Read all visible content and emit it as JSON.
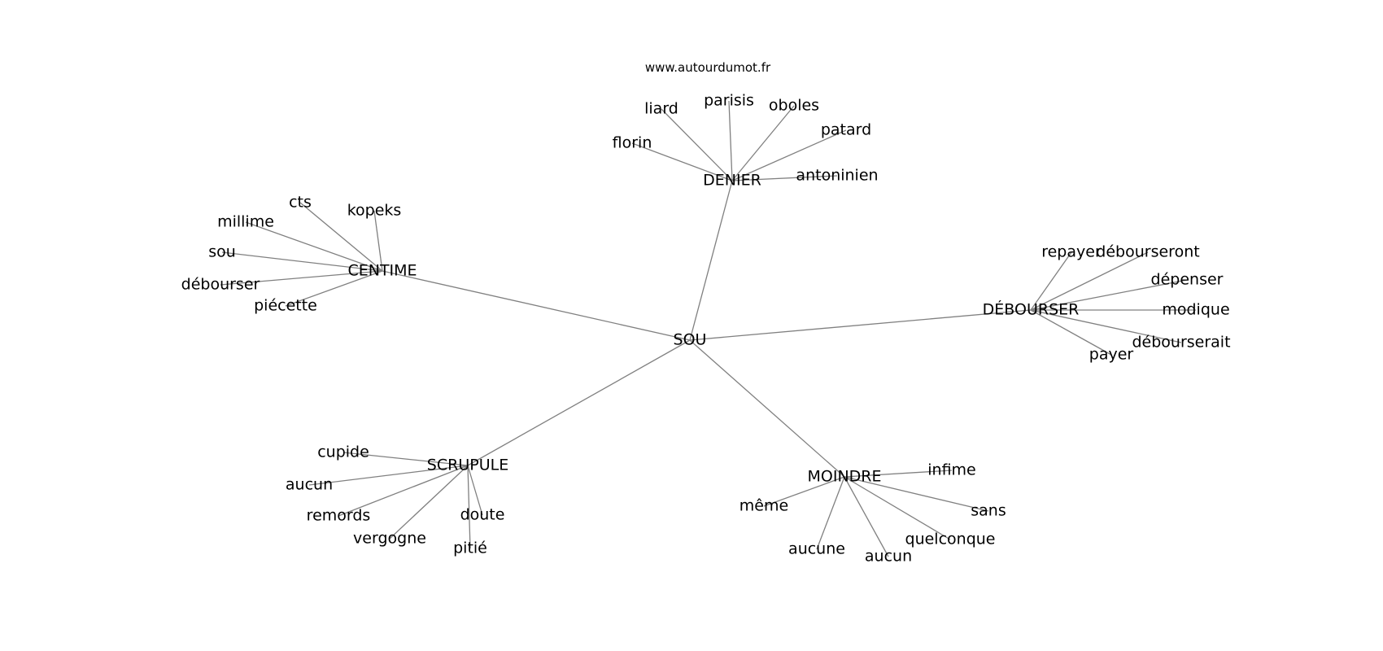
{
  "watermark": "www.autourdumot.fr",
  "center": "SOU",
  "colors": {
    "edge": "#808080",
    "text": "#000000",
    "background": "#ffffff"
  },
  "clusters": [
    {
      "hub": "DENIER",
      "leaves": [
        "florin",
        "liard",
        "parisis",
        "oboles",
        "patard",
        "antoninien"
      ]
    },
    {
      "hub": "CENTIME",
      "leaves": [
        "cts",
        "kopeks",
        "millime",
        "sou",
        "débourser",
        "piécette"
      ]
    },
    {
      "hub": "DÉBOURSER",
      "leaves": [
        "repayer",
        "débourseront",
        "dépenser",
        "modique",
        "débourserait",
        "payer"
      ]
    },
    {
      "hub": "SCRUPULE",
      "leaves": [
        "cupide",
        "aucun",
        "remords",
        "vergogne",
        "doute",
        "pitié"
      ]
    },
    {
      "hub": "MOINDRE",
      "leaves": [
        "infime",
        "même",
        "sans",
        "quelconque",
        "aucune",
        "aucun"
      ]
    }
  ]
}
